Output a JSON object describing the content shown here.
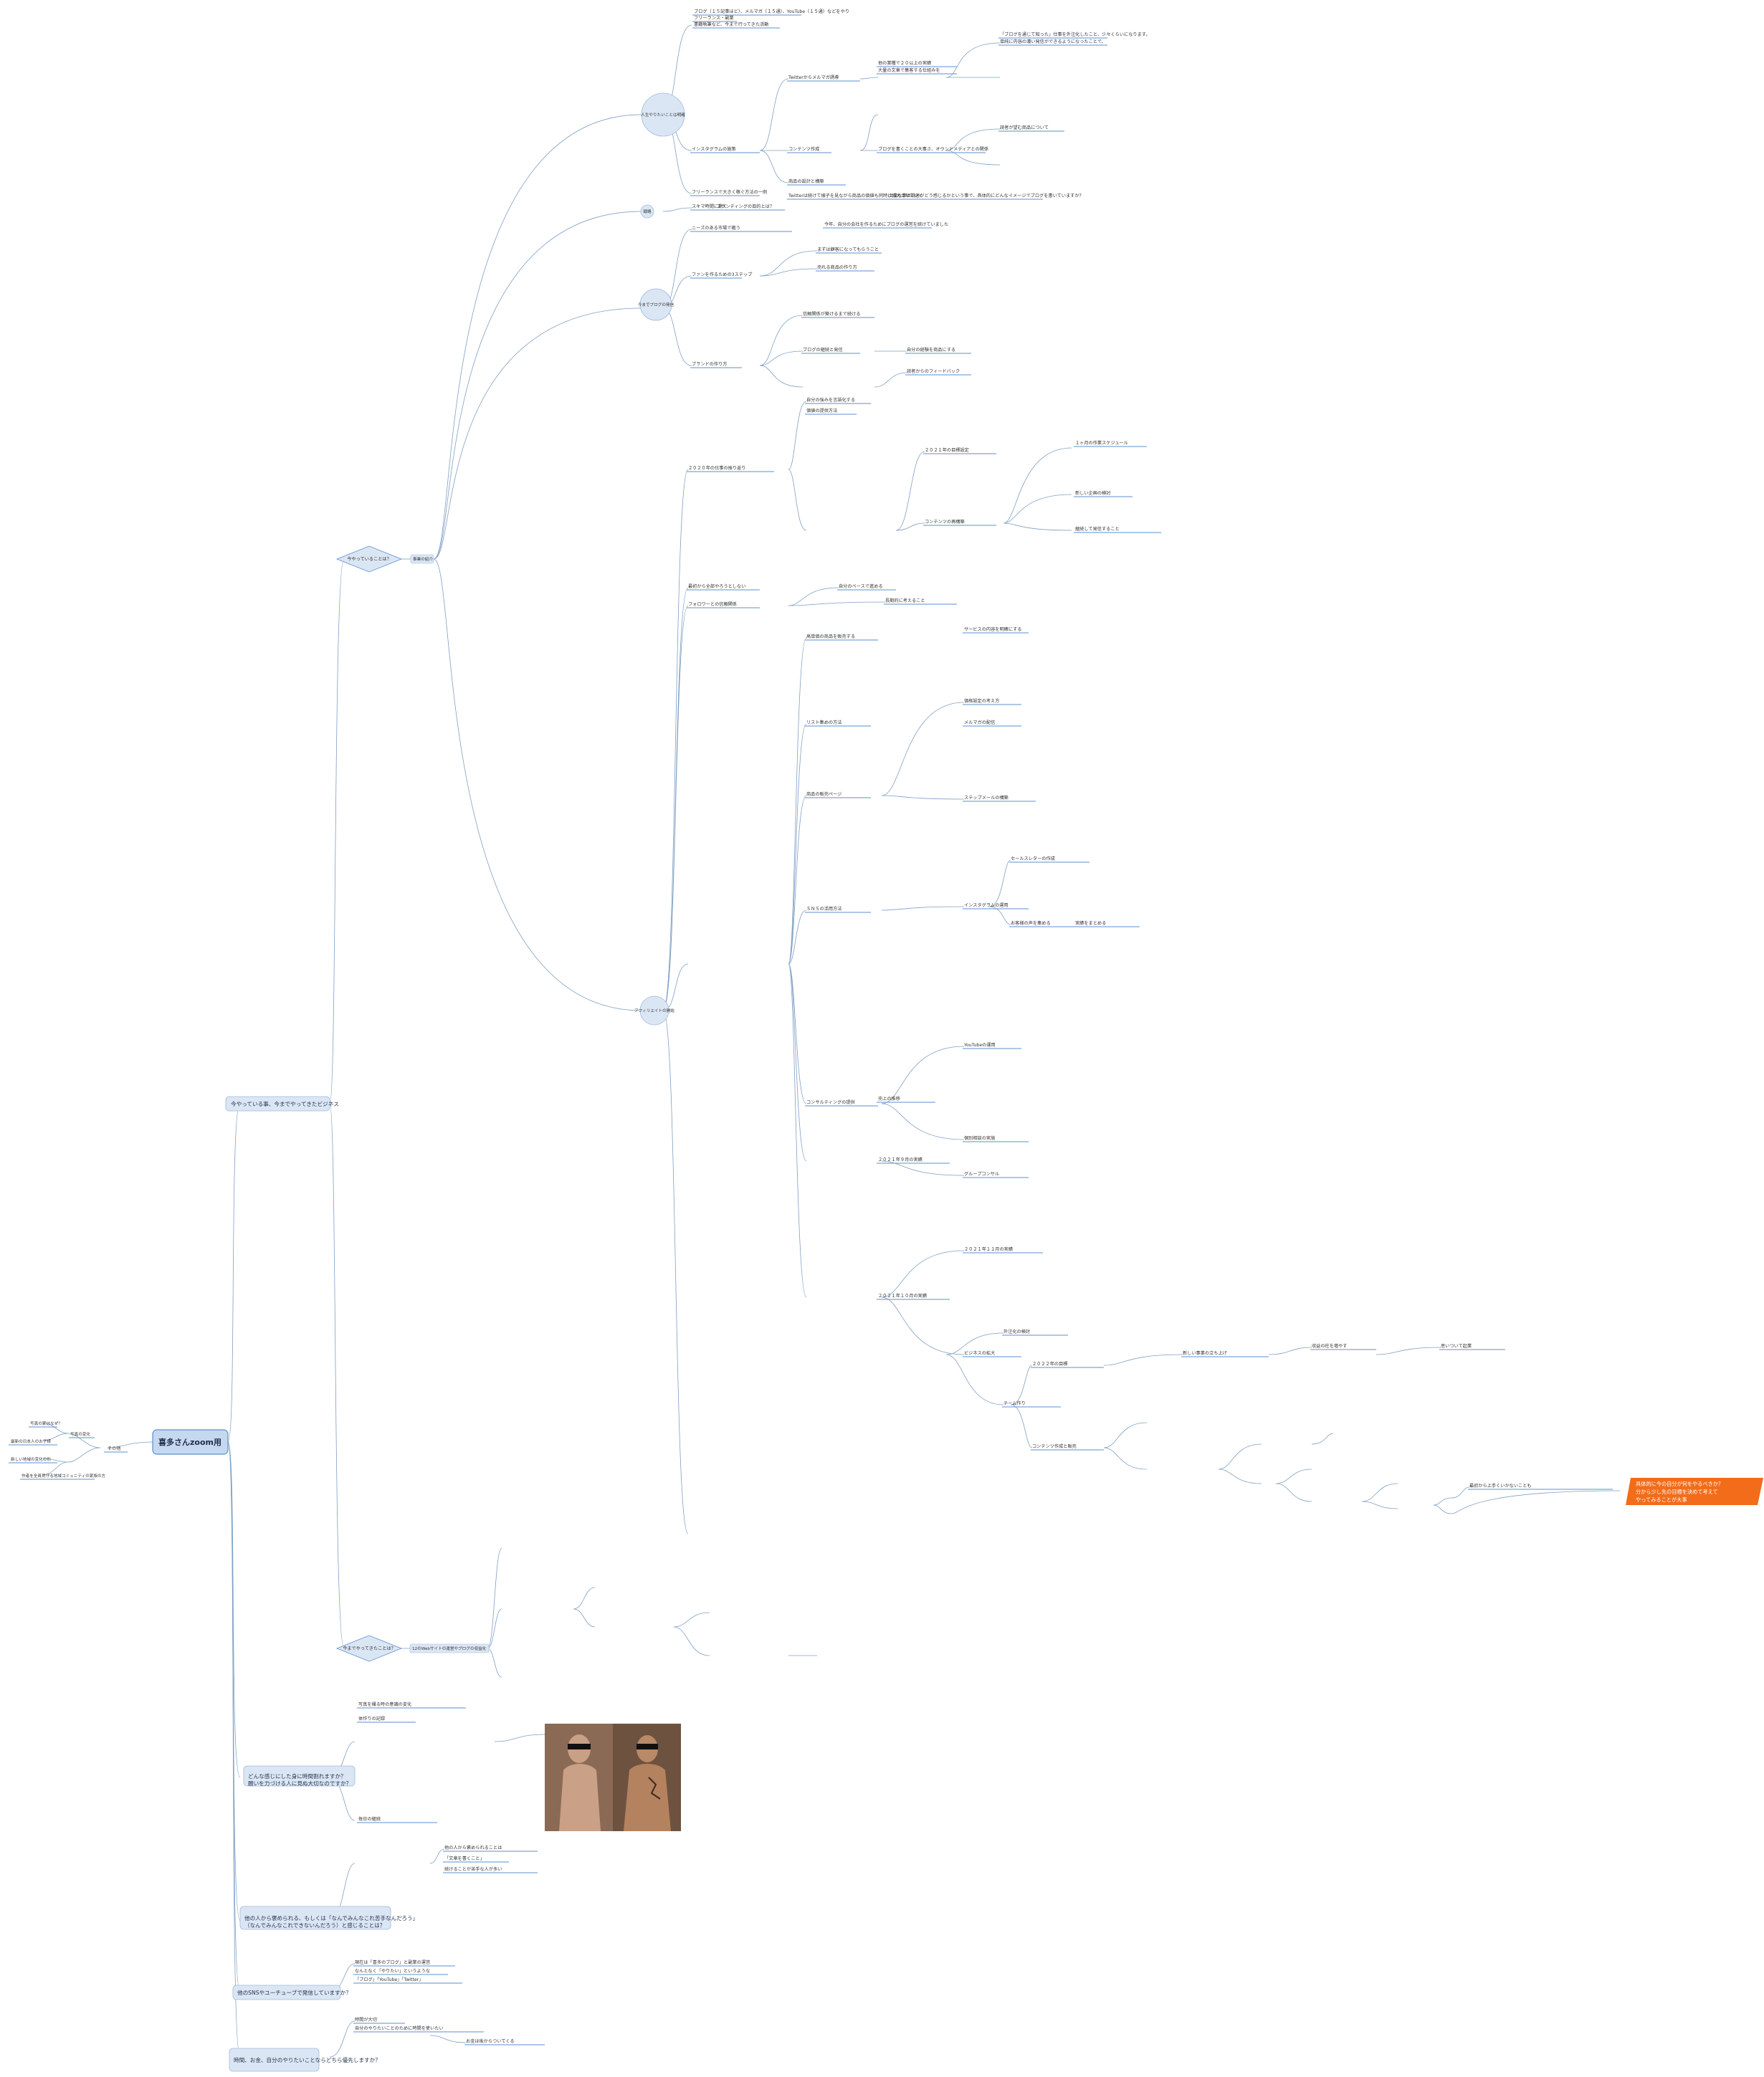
{
  "root": {
    "label": "喜多さんzoom用"
  },
  "colors": {
    "accent": "#5b8fd1",
    "highlight": "#f26c1a",
    "section_fill": "#dbe6f4",
    "root_fill": "#c6d8ef",
    "line": "#7f9fc4"
  },
  "left_branch": {
    "hub": "その他",
    "items": [
      "最新の日本人のお子様",
      "写真の家はなぜ？",
      "新しい地域の変化の形",
      "作者を全員見守る地域コミュニティの家族の方"
    ],
    "mid": "写真の変化"
  },
  "sections": [
    {
      "label": "今やっている事、今までやってきたビジネス"
    },
    {
      "label": "どんな感じにした身に時間割れますか？\n願いを力づける人に見ぬ大切なのですか？"
    },
    {
      "label": "他の人から褒められる、もしくは「なんでみんなこれ苦手なんだろう」\n（なんでみんなこれできないんだろう）と感じることは？"
    },
    {
      "label": "他のSNSやユーチューブで発信していますか？"
    },
    {
      "label": "時間、お金、自分のやりたいことならどちら優先しますか？"
    }
  ],
  "diamonds": [
    {
      "label": "今やっていることは？"
    },
    {
      "label": "今までやってきたことは？"
    }
  ],
  "circles": [
    {
      "label": "人生やりたいことは明確"
    },
    {
      "label": "戦略"
    },
    {
      "label": "今までブログの発信"
    },
    {
      "label": "アフィリエイトの開始"
    }
  ],
  "mid_nodes": {
    "business": "事業の紹介",
    "past": "12のWebサイトの運営やブログの収益化"
  },
  "texts": {
    "t_a1": "ブログ（１５記事ほど）、メルマガ（１５通）、YouTube（１５通）などをやり",
    "t_a2": "フリーランス・副業",
    "t_a3": "書籍執筆など、今まで行ってきた活動",
    "t_b1": "インスタグラムの施策",
    "t_b2": "Twitterからメルマガ誘導",
    "t_b3": "他の業種で２０以上の実績",
    "t_b4": "大量の文章で集客する仕組みを",
    "t_b5": "「ブログを通じて知った」仕事を外注化したこと、少々くらいになります。",
    "t_b6": "単純に内容の濃い発信ができるようになったことで、",
    "t_c1": "コンテンツ作成",
    "t_c2": "商品の設計と構築",
    "t_c3": "ブログを書くことの大事さ、オウンドメディアとの関係",
    "t_c4": "読者が望む商品について",
    "t_d1": "フリーランスで大きく稼ぐ方法の一例",
    "t_d2": "Twitterは続けて様子を見ながら商品の価値も同時に拡大させていく",
    "t_d3": "大事な事は読者がどう感じるかという事で、具体的にどんなイメージでブログを書いていますか？",
    "t_e1": "スキマ時間に動く",
    "t_e2": "ブランディングの目的とは？",
    "t_f1": "ニーズのある市場で戦う",
    "t_f2": "今年、自分の会社を作るためにブログの運営を続けていました",
    "t_f3": "まずは顧客になってもらうこと",
    "t_f4": "売れる商品の作り方",
    "t_g1": "ファンを作るための3ステップ",
    "t_g2": "信頼関係が築けるまで続ける",
    "t_g3": "ブログの継続と発信",
    "t_g4": "自分の経験を商品にする",
    "t_g5": "読者からのフィードバック",
    "t_h1": "ブランドの作り方",
    "t_h2": "自分の強みを言語化する",
    "t_h3": "価値の提供方法",
    "t_h4": "１ヶ月の作業スケジュール",
    "t_h5": "新しい企画の検討",
    "t_i1": "２０２０年の仕事の振り返り",
    "t_i2": "２０２１年の目標設定",
    "t_i3": "コンテンツの再構築",
    "t_i4": "継続して発信すること",
    "t_j1": "最初から全部やろうとしない",
    "t_j2": "自分のペースで進める",
    "t_j3": "フォロワーとの信頼関係",
    "t_j4": "長期的に考えること",
    "t_k1": "高単価の商品を販売する",
    "t_k2": "サービスの内容を明確にする",
    "t_k3": "価格設定の考え方",
    "t_l1": "リスト集めの方法",
    "t_l2": "メルマガの配信",
    "t_l3": "ステップメールの構築",
    "t_l4": "セールスレターの作成",
    "t_m1": "商品の販売ページ",
    "t_m2": "お客様の声を集める",
    "t_m3": "実績をまとめる",
    "t_n1": "ＳＮＳの活用方法",
    "t_n2": "インスタグラムの運用",
    "t_n3": "YouTubeの運用",
    "t_o1": "コンサルティングの提供",
    "t_o2": "個別相談の実施",
    "t_o3": "グループコンサル",
    "t_p1": "売上の推移",
    "t_p2": "２０２１年９月の実績",
    "t_p3": "２０２１年１０月の実績",
    "t_p4": "２０２１年１１月の実績",
    "t_q1": "ビジネスの拡大",
    "t_q2": "外注化の検討",
    "t_q3": "チーム作り",
    "t_r1": "２０２２年の目標",
    "t_r2": "新しい事業の立ち上げ",
    "t_r3": "収益の柱を増やす",
    "t_s1": "コンテンツ作成と販売",
    "t_s2": "思いついて起業",
    "t_s3": "最初から上手くいかないことも",
    "hi": "具体的に今の自分が何をやるべきか？\n分から少し先の目標を決めて考えて\nやってみることが大事",
    "t_u1": "写真を撮る時の意識の変化",
    "t_u2": "体作りの記録",
    "t_u3": "毎日の継続",
    "t_v1": "他の人から褒められることは",
    "t_v2": "「文章を書くこと」",
    "t_v3": "続けることが苦手な人が多い",
    "t_w1": "現在は「喜多のブログ」と副業の運営",
    "t_w2": "なんとなく「やりたい」というような",
    "t_w3": "「ブログ」「YouTube」「Twitter」",
    "t_x1": "時間が大切",
    "t_x2": "自分のやりたいことのために時間を使いたい",
    "t_x3": "お金は後からついてくる"
  }
}
